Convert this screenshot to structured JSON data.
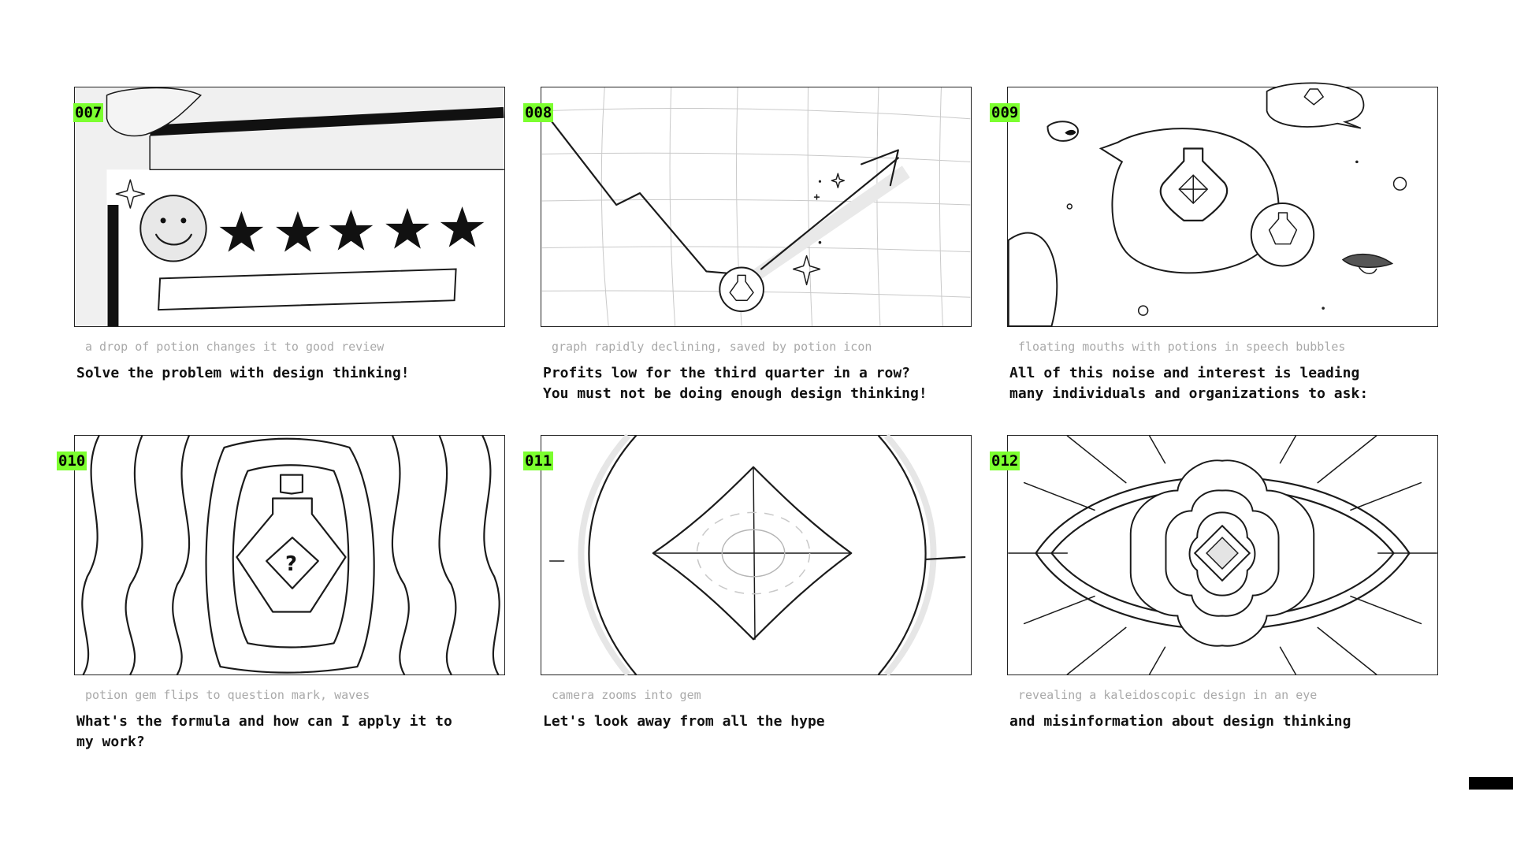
{
  "panels": [
    {
      "number": "007",
      "description": "a drop of potion changes it to good review",
      "caption": "Solve the problem with design thinking!"
    },
    {
      "number": "008",
      "description": "graph rapidly declining, saved by potion icon",
      "caption": "Profits low for the third quarter in a row?\nYou must not be doing enough design thinking!"
    },
    {
      "number": "009",
      "description": "floating mouths with potions in speech bubbles",
      "caption": "All of this noise and interest is leading\nmany individuals and organizations to ask:"
    },
    {
      "number": "010",
      "description": "potion gem flips to question mark, waves",
      "caption": "What's the formula and how can I apply it to\nmy work?"
    },
    {
      "number": "011",
      "description": "camera zooms into gem",
      "caption": "Let's look away from all the hype"
    },
    {
      "number": "012",
      "description": "revealing a kaleidoscopic design in an eye",
      "caption": "and misinformation about design thinking"
    }
  ],
  "colors": {
    "badge": "#7cff2f",
    "frame": "#222222",
    "description": "#a9a9a9"
  }
}
